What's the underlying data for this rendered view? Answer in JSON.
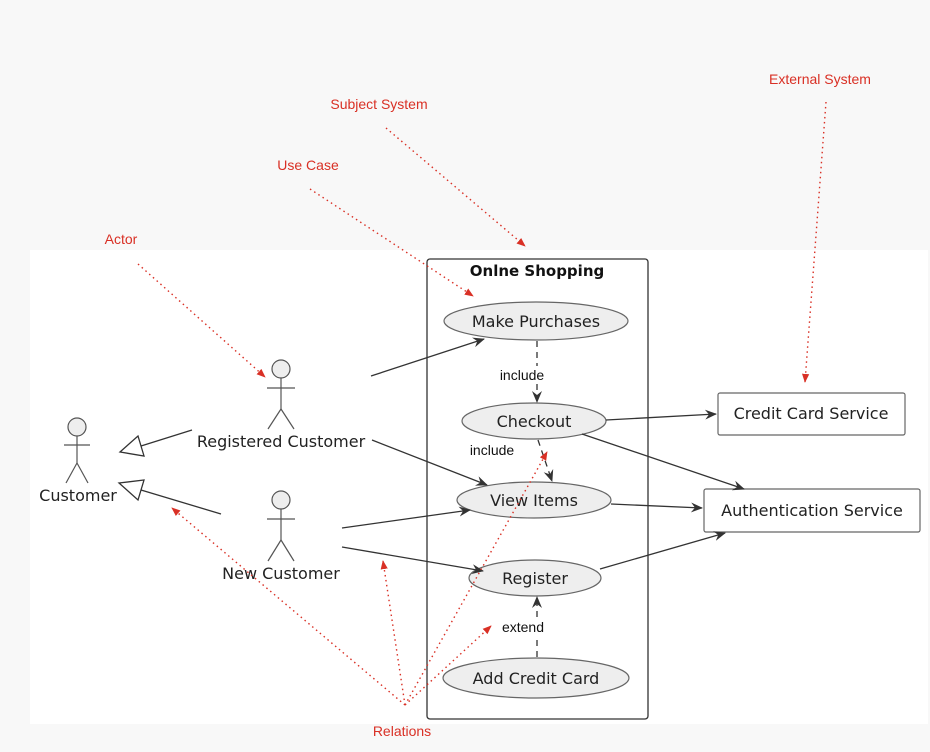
{
  "annotations": {
    "subject_system": "Subject System",
    "use_case": "Use Case",
    "actor": "Actor",
    "external_system": "External System",
    "relations": "Relations"
  },
  "system": {
    "title": "Onlne Shopping"
  },
  "actors": {
    "customer": "Customer",
    "registered_customer": "Registered Customer",
    "new_customer": "New Customer"
  },
  "use_cases": {
    "make_purchases": "Make Purchases",
    "checkout": "Checkout",
    "view_items": "View Items",
    "register": "Register",
    "add_credit_card": "Add Credit Card"
  },
  "external_systems": {
    "credit_card_service": "Credit Card Service",
    "authentication_service": "Authentication Service"
  },
  "relation_labels": {
    "include_1": "include",
    "include_2": "include",
    "extend": "extend"
  },
  "colors": {
    "annotation": "#d93025",
    "use_case_fill": "#eeeeee",
    "line": "#333333"
  }
}
